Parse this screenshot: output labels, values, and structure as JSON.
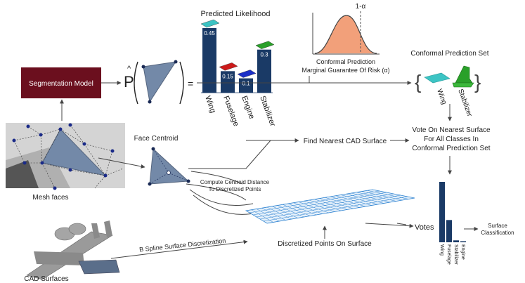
{
  "segmentation_model": {
    "label": "Segmentation Model",
    "color": "#6b0f1e"
  },
  "predicted_likelihood": {
    "title": "Predicted Likelihood",
    "p_hat": "P",
    "equals": "=",
    "bar_color": "#1a3a66"
  },
  "chart_data": {
    "type": "bar",
    "categories": [
      "Wing",
      "Fuselage",
      "Engine",
      "Stabilizer"
    ],
    "values": [
      0.45,
      0.15,
      0.1,
      0.3
    ],
    "labels": [
      "0.45",
      "0.15",
      "0.1",
      "0.3"
    ],
    "title": "Predicted Likelihood",
    "icon_colors": [
      "#3cc4c4",
      "#cc1a1a",
      "#1a2fc8",
      "#2aa02a"
    ]
  },
  "conformal": {
    "alpha_label": "1-α",
    "caption_line1": "Conformal Prediction",
    "caption_line2": "Marginal Guarantee Of Risk (α)",
    "curve_fill": "#f2a07a"
  },
  "prediction_set": {
    "title": "Conformal Prediction Set",
    "items": [
      "Wing",
      "Stabilizer"
    ],
    "open_brace": "{",
    "close_brace": "}"
  },
  "vote_text": {
    "line1": "Vote On Nearest Surface",
    "line2": "For All Classes In",
    "line3": "Conformal Prediction Set"
  },
  "mesh_faces_label": "Mesh faces",
  "face_centroid_label": "Face Centroid",
  "find_nearest_label": "Find Nearest CAD Surface",
  "centroid_distance": {
    "line1": "Compute Centroid Distance",
    "line2": "To Discretized Points"
  },
  "discretized_label": "Discretized Points On Surface",
  "bspline_label": "B Spline Surface Discretization",
  "cad_surfaces_label": "CAD Surfaces",
  "votes": {
    "label": "Votes",
    "categories": [
      "Wing",
      "Fuselage",
      "Stabilizer",
      "Engine"
    ],
    "values": [
      0.95,
      0.35,
      0.03,
      0.01
    ],
    "bar_color": "#1a3a66"
  },
  "surface_classification": {
    "line1": "Surface",
    "line2": "Classification"
  }
}
